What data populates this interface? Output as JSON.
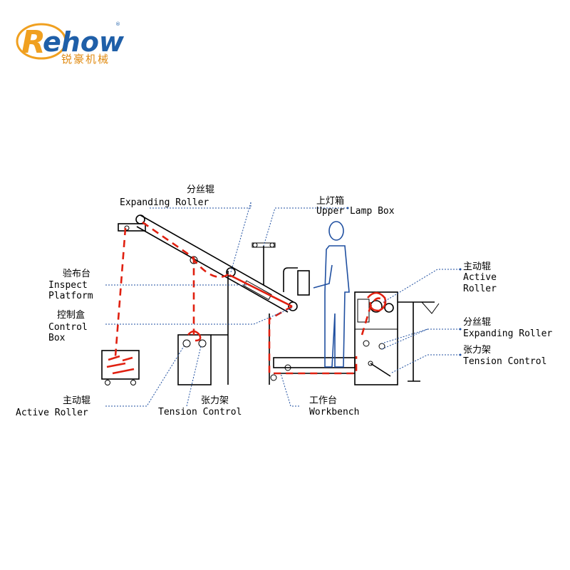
{
  "logo": {
    "brand_first": "R",
    "brand_rest": "ehow",
    "registered": "®",
    "chinese_name": "锐豪机械"
  },
  "labels": {
    "expanding_roller_top": {
      "cn": "分丝辊",
      "en": "Expanding Roller"
    },
    "upper_lamp_box": {
      "cn": "上灯箱",
      "en": "Upper Lamp Box"
    },
    "inspect_platform": {
      "cn": "验布台",
      "en_line1": "Inspect",
      "en_line2": "Platform"
    },
    "control_box": {
      "cn": "控制盒",
      "en_line1": "Control",
      "en_line2": "Box"
    },
    "active_roller_left": {
      "cn": "主动辊",
      "en": "Active Roller"
    },
    "tension_control_left": {
      "cn": "张力架",
      "en": "Tension Control"
    },
    "workbench": {
      "cn": "工作台",
      "en": "Workbench"
    },
    "active_roller_right": {
      "cn": "主动辊",
      "en_line1": "Active",
      "en_line2": "Roller"
    },
    "expanding_roller_right": {
      "cn": "分丝辊",
      "en": "Expanding Roller"
    },
    "tension_control_right": {
      "cn": "张力架",
      "en": "Tension Control"
    }
  },
  "colors": {
    "logo_blue": "#1f5fa8",
    "logo_orange": "#f0a020",
    "fabric_red": "#e02010",
    "leader_blue": "#1f4fa0",
    "machine_black": "#000000"
  }
}
